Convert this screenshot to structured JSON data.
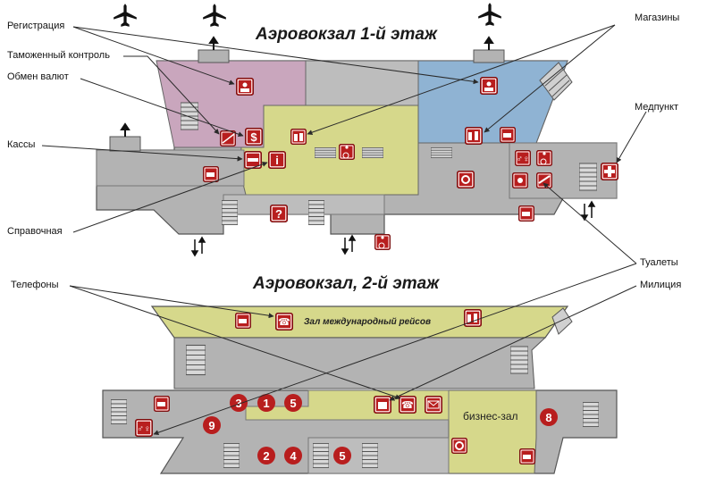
{
  "floor1": {
    "title": "Аэровокзал 1-й этаж"
  },
  "floor2": {
    "title": "Аэровокзал, 2-й этаж",
    "international_hall": "Зал международный рейсов",
    "business_lounge": "бизнес-зал"
  },
  "callouts": {
    "registration": "Регистрация",
    "customs": "Таможенный контроль",
    "currency_exchange": "Обмен валют",
    "cashier": "Кассы",
    "information": "Справочная",
    "shops": "Магазины",
    "first_aid": "Медпункт",
    "toilets": "Туалеты",
    "phones": "Телефоны",
    "police": "Милиция"
  },
  "gate_numbers": {
    "n3": "3",
    "n1": "1",
    "n5a": "5",
    "n9": "9",
    "n2": "2",
    "n4": "4",
    "n5b": "5",
    "n8": "8"
  },
  "icons": {
    "airplane": "airplane-icon",
    "registration": "reception-desk-icon",
    "currency": "dollar-icon",
    "customs": "customs-scale-icon",
    "cashier": "ticket-counter-icon",
    "info": "info-icon",
    "question": "question-icon",
    "shop": "shopping-bag-icon",
    "cafe": "coffee-cup-icon",
    "wheelchair": "wheelchair-icon",
    "first_aid": "red-cross-icon",
    "toilet": "toilet-icon",
    "phone": "telephone-icon",
    "mail": "mail-icon",
    "police": "police-icon"
  },
  "colors": {
    "gray": "#b3b3b3",
    "pink": "#c9a6bd",
    "blue": "#8fb3d3",
    "yellow": "#d6d88b",
    "icon_red": "#b81e1e",
    "line": "#2a2a2a"
  }
}
